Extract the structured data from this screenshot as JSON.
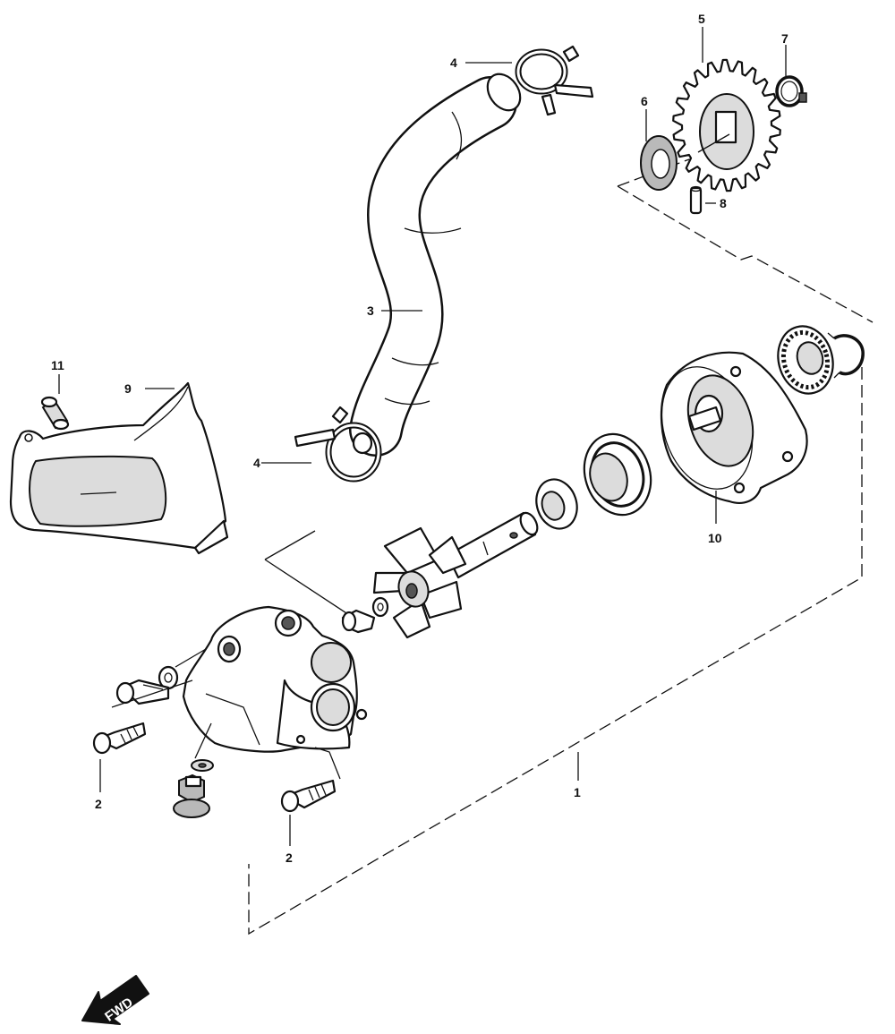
{
  "callouts": [
    {
      "id": "callout-1",
      "text": "1"
    },
    {
      "id": "callout-2a",
      "text": "2"
    },
    {
      "id": "callout-2b",
      "text": "2"
    },
    {
      "id": "callout-3",
      "text": "3"
    },
    {
      "id": "callout-4a",
      "text": "4"
    },
    {
      "id": "callout-4b",
      "text": "4"
    },
    {
      "id": "callout-5",
      "text": "5"
    },
    {
      "id": "callout-6",
      "text": "6"
    },
    {
      "id": "callout-7",
      "text": "7"
    },
    {
      "id": "callout-8",
      "text": "8"
    },
    {
      "id": "callout-9",
      "text": "9"
    },
    {
      "id": "callout-10",
      "text": "10"
    },
    {
      "id": "callout-11",
      "text": "11"
    }
  ],
  "direction_badge": {
    "text": "FWD",
    "icon": "fwd-arrow-icon"
  }
}
